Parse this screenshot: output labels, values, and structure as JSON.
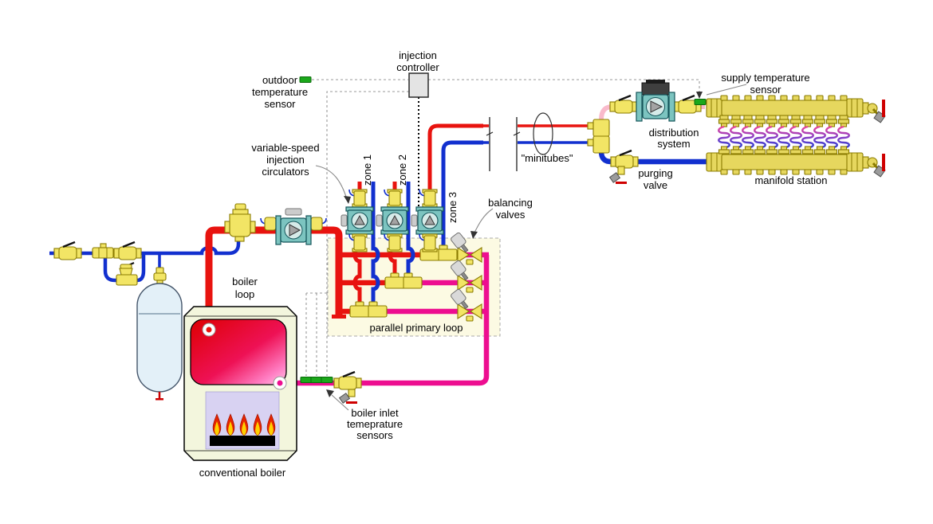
{
  "diagram": {
    "title": "hydronic injection-mixing distribution system schematic",
    "labels": {
      "injection_controller": [
        "injection",
        "controller"
      ],
      "outdoor_sensor": [
        "outdoor",
        "temperature",
        "sensor"
      ],
      "variable_speed_circulators": [
        "variable-speed",
        "injection",
        "circulators"
      ],
      "zones": [
        "zone 1",
        "zone 2",
        "zone 3"
      ],
      "minitubes": "\"minitubes\"",
      "supply_sensor": [
        "supply temperature",
        "sensor"
      ],
      "distribution_system": [
        "distribution",
        "system"
      ],
      "purging_valve": [
        "purging",
        "valve"
      ],
      "manifold_station": "manifold station",
      "balancing_valves": [
        "balancing",
        "valves"
      ],
      "boiler_loop": [
        "boiler",
        "loop"
      ],
      "parallel_primary_loop": "parallel primary loop",
      "boiler_inlet_sensors": [
        "boiler inlet",
        "temeprature",
        "sensors"
      ],
      "conventional_boiler": "conventional boiler"
    },
    "colors": {
      "hot_supply_pipe": "#e8130f",
      "mixed_return_pipe": "#ed0e90",
      "cold_water_pipe": "#1230cf",
      "low_temp_supply_pipe": "#f9bacb",
      "sensor_green": "#1ba81b",
      "brass_fitting": "#f2e565",
      "pump_teal": "#7cc4c0",
      "primary_loop_background": "#fcfae3"
    }
  }
}
